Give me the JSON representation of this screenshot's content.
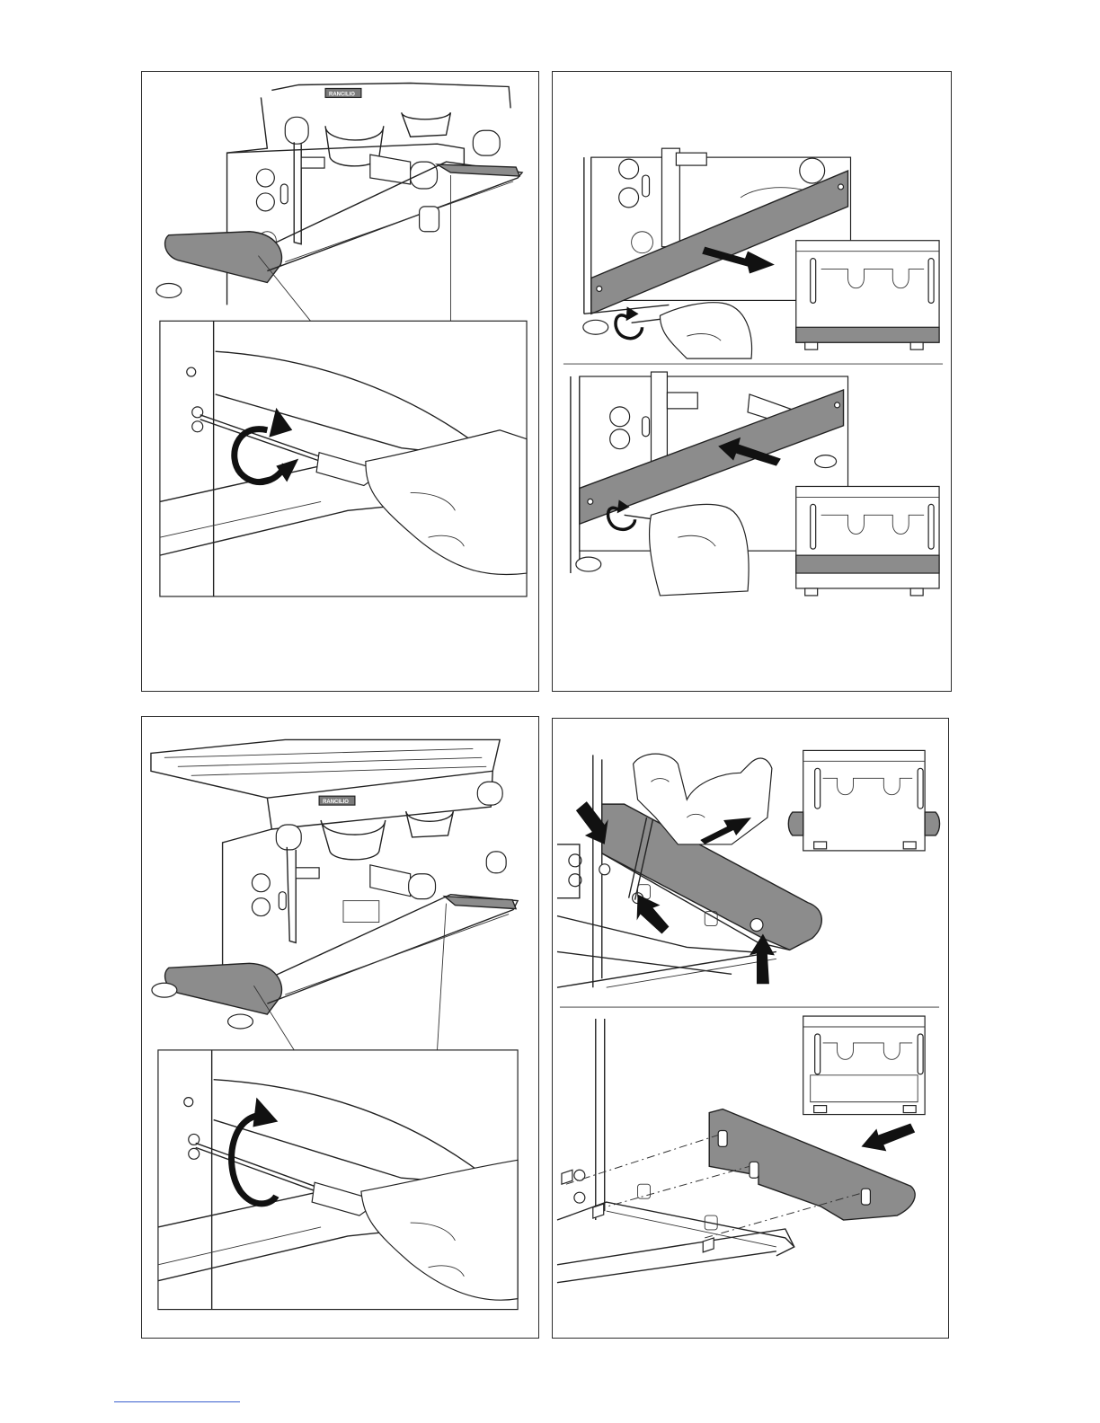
{
  "document": {
    "type": "installation-instructions-illustrations",
    "brand_label": "RANCILIO"
  },
  "panels": [
    {
      "id": "top-left",
      "content": "machine-front-with-drip-tray-and-screwdriver-detail"
    },
    {
      "id": "top-right",
      "content": "lower-front-panel-removal-and-refit"
    },
    {
      "id": "bottom-left",
      "content": "machine-front-with-drip-tray-and-screwdriver-detail"
    },
    {
      "id": "bottom-right",
      "content": "side-trim-removal-with-hex-key"
    }
  ],
  "colors": {
    "line": "#222222",
    "highlight_grey": "#8c8c8c",
    "footer_link": "#3a5fcd"
  }
}
